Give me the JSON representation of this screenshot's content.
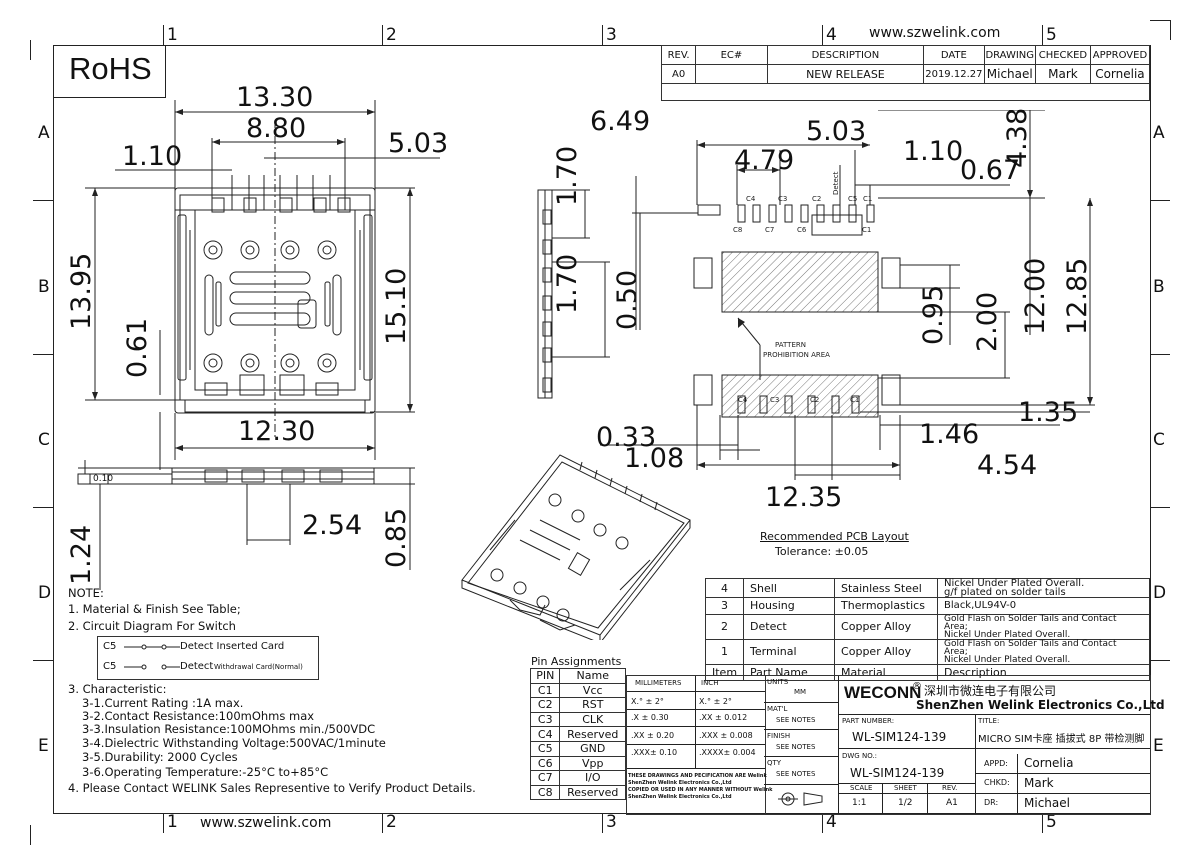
{
  "site_url_top": "www.szwelink.com",
  "site_url_bottom": "www.szwelink.com",
  "grid_columns": [
    "1",
    "2",
    "3",
    "4",
    "5"
  ],
  "grid_rows": [
    "A",
    "B",
    "C",
    "D",
    "E"
  ],
  "rohs": "RoHS",
  "revision_table": {
    "headers": [
      "REV.",
      "EC#",
      "DESCRIPTION",
      "DATE",
      "DRAWING",
      "CHECKED",
      "APPROVED"
    ],
    "row": [
      "A0",
      "",
      "NEW RELEASE",
      "2019.12.27",
      "Michael",
      "Mark",
      "Cornelia"
    ]
  },
  "top_view_dims": {
    "d1": "13.30",
    "d2": "8.80",
    "d3": "5.03",
    "d4": "1.10",
    "d5": "13.95",
    "d6": "15.10",
    "d7": "0.61",
    "d8": "12.30"
  },
  "front_view_dims": {
    "d1": "2.54",
    "d2": "0.85",
    "d3": "1.24",
    "tol": "0.10"
  },
  "side_view_dims": {
    "d1": "1.70",
    "d2": "1.70",
    "d3": "0.50"
  },
  "pcb_layout": {
    "dims": {
      "d1": "6.49",
      "d2": "5.03",
      "d3": "4.79",
      "d4": "1.10",
      "d5": "0.67",
      "d6": "4.38",
      "d7": "0.95",
      "d8": "2.00",
      "d9": "12.00",
      "d10": "12.85",
      "d11": "1.35",
      "d12": "1.46",
      "d13": "0.33",
      "d14": "1.08",
      "d15": "4.54",
      "d16": "12.35"
    },
    "top_pins_upper": [
      "C4",
      "C3",
      "C2",
      "C1"
    ],
    "top_pins_lower": [
      "C8",
      "C7",
      "C6",
      "C1"
    ],
    "detect_label": "Detect",
    "c5_label": "C5",
    "bottom_pins": [
      "C4",
      "C3",
      "C2",
      "C1"
    ],
    "pattern_label": "PATTERN",
    "prohibition_label": "PROHIBITION AREA",
    "caption": "Recommended PCB Layout",
    "tolerance": "Tolerance: ±0.05"
  },
  "notes": {
    "title": "NOTE:",
    "n1": "1.  Material & Finish See Table;",
    "n2": "2. Circuit Diagram For Switch",
    "switch1_pin": "C5",
    "switch1_text": "Detect  Inserted Card",
    "switch2_pin": "C5",
    "switch2_text": "Detect",
    "switch2_small": "Withdrawal Card(Normal)",
    "n3": "3. Characteristic:",
    "n3_1": "3-1.Current Rating :1A max.",
    "n3_2": "3-2.Contact Resistance:100mOhms max",
    "n3_3": "3-3.Insulation Resistance:100MOhms min./500VDC",
    "n3_4": "3-4.Dielectric Withstanding Voltage:500VAC/1minute",
    "n3_5": "3-5.Durability: 2000 Cycles",
    "n3_6": "3-6.Operating Temperature:-25°C to+85°C",
    "n4": "4. Please Contact WELINK Sales Representive to Verify Product Details."
  },
  "pin_assignments": {
    "title": "Pin Assignments",
    "headers": [
      "PIN",
      "Name"
    ],
    "rows": [
      [
        "C1",
        "Vcc"
      ],
      [
        "C2",
        "RST"
      ],
      [
        "C3",
        "CLK"
      ],
      [
        "C4",
        "Reserved"
      ],
      [
        "C5",
        "GND"
      ],
      [
        "C6",
        "Vpp"
      ],
      [
        "C7",
        "I/O"
      ],
      [
        "C8",
        "Reserved"
      ]
    ]
  },
  "materials": {
    "rows": [
      [
        "4",
        "Shell",
        "Stainless Steel",
        "Nickel Under Plated Overall.",
        "g/f plated on solder tails"
      ],
      [
        "3",
        "Housing",
        "Thermoplastics",
        "Black,UL94V-0",
        ""
      ],
      [
        "2",
        "Detect",
        "Copper Alloy",
        "Gold Flash on Solder Tails and Contact Area;",
        "Nickel Under Plated Overall."
      ],
      [
        "1",
        "Terminal",
        "Copper Alloy",
        "Gold Flash on Solder Tails and Contact Area;",
        "Nickel Under Plated Overall."
      ]
    ],
    "header": [
      "Item",
      "Part Name",
      "Material",
      "Description"
    ]
  },
  "tolerance_block": {
    "mm": "MILLIMETERS",
    "inch": "INCH",
    "r1a": "X.°  ±  2°",
    "r1b": "X.°  ±  2°",
    "r2a": ".X   ± 0.30",
    "r2b": ".XX   ± 0.012",
    "r3a": ".XX  ± 0.20",
    "r3b": ".XXX  ± 0.008",
    "r4a": ".XXX±  0.10",
    "r4b": ".XXXX±  0.004",
    "notice1": "THESE DRAWINGS AND PECIFICATION ARE Welink",
    "notice2": "ShenZhen Welink Electronics Co.,Ltd",
    "notice3": "COPIED OR USED IN ANY MANNER WITHOUT Welink",
    "notice4": "ShenZhen Welink Electronics Co.,Ltd"
  },
  "title_block": {
    "units_label": "UNITS",
    "units": "MM",
    "matl_label": "MAT'L",
    "matl": "SEE NOTES",
    "finish_label": "FINISH",
    "finish": "SEE NOTES",
    "qty_label": "QTY",
    "qty": "SEE NOTES",
    "brand": "WECONN",
    "reg": "®",
    "company_cn": "深圳市微连电子有限公司",
    "company_en": "ShenZhen Welink Electronics Co.,Ltd",
    "part_label": "PART NUMBER:",
    "part": "WL-SIM124-139",
    "title_label": "TITLE:",
    "title": "MICRO SIM卡座 插拔式 8P 带检测脚",
    "dwg_label": "DWG NO.:",
    "dwg": "WL-SIM124-139",
    "scale_label": "SCALE",
    "scale": "1:1",
    "sheet_label": "SHEET",
    "sheet": "1/2",
    "rev_label": "REV.",
    "rev": "A1",
    "appd_label": "APPD:",
    "appd": "Cornelia",
    "chkd_label": "CHKD:",
    "chkd": "Mark",
    "dr_label": "DR:",
    "dr": "Michael"
  },
  "colors": {
    "line": "#222222",
    "hatch": "#555555",
    "bg": "#ffffff"
  }
}
